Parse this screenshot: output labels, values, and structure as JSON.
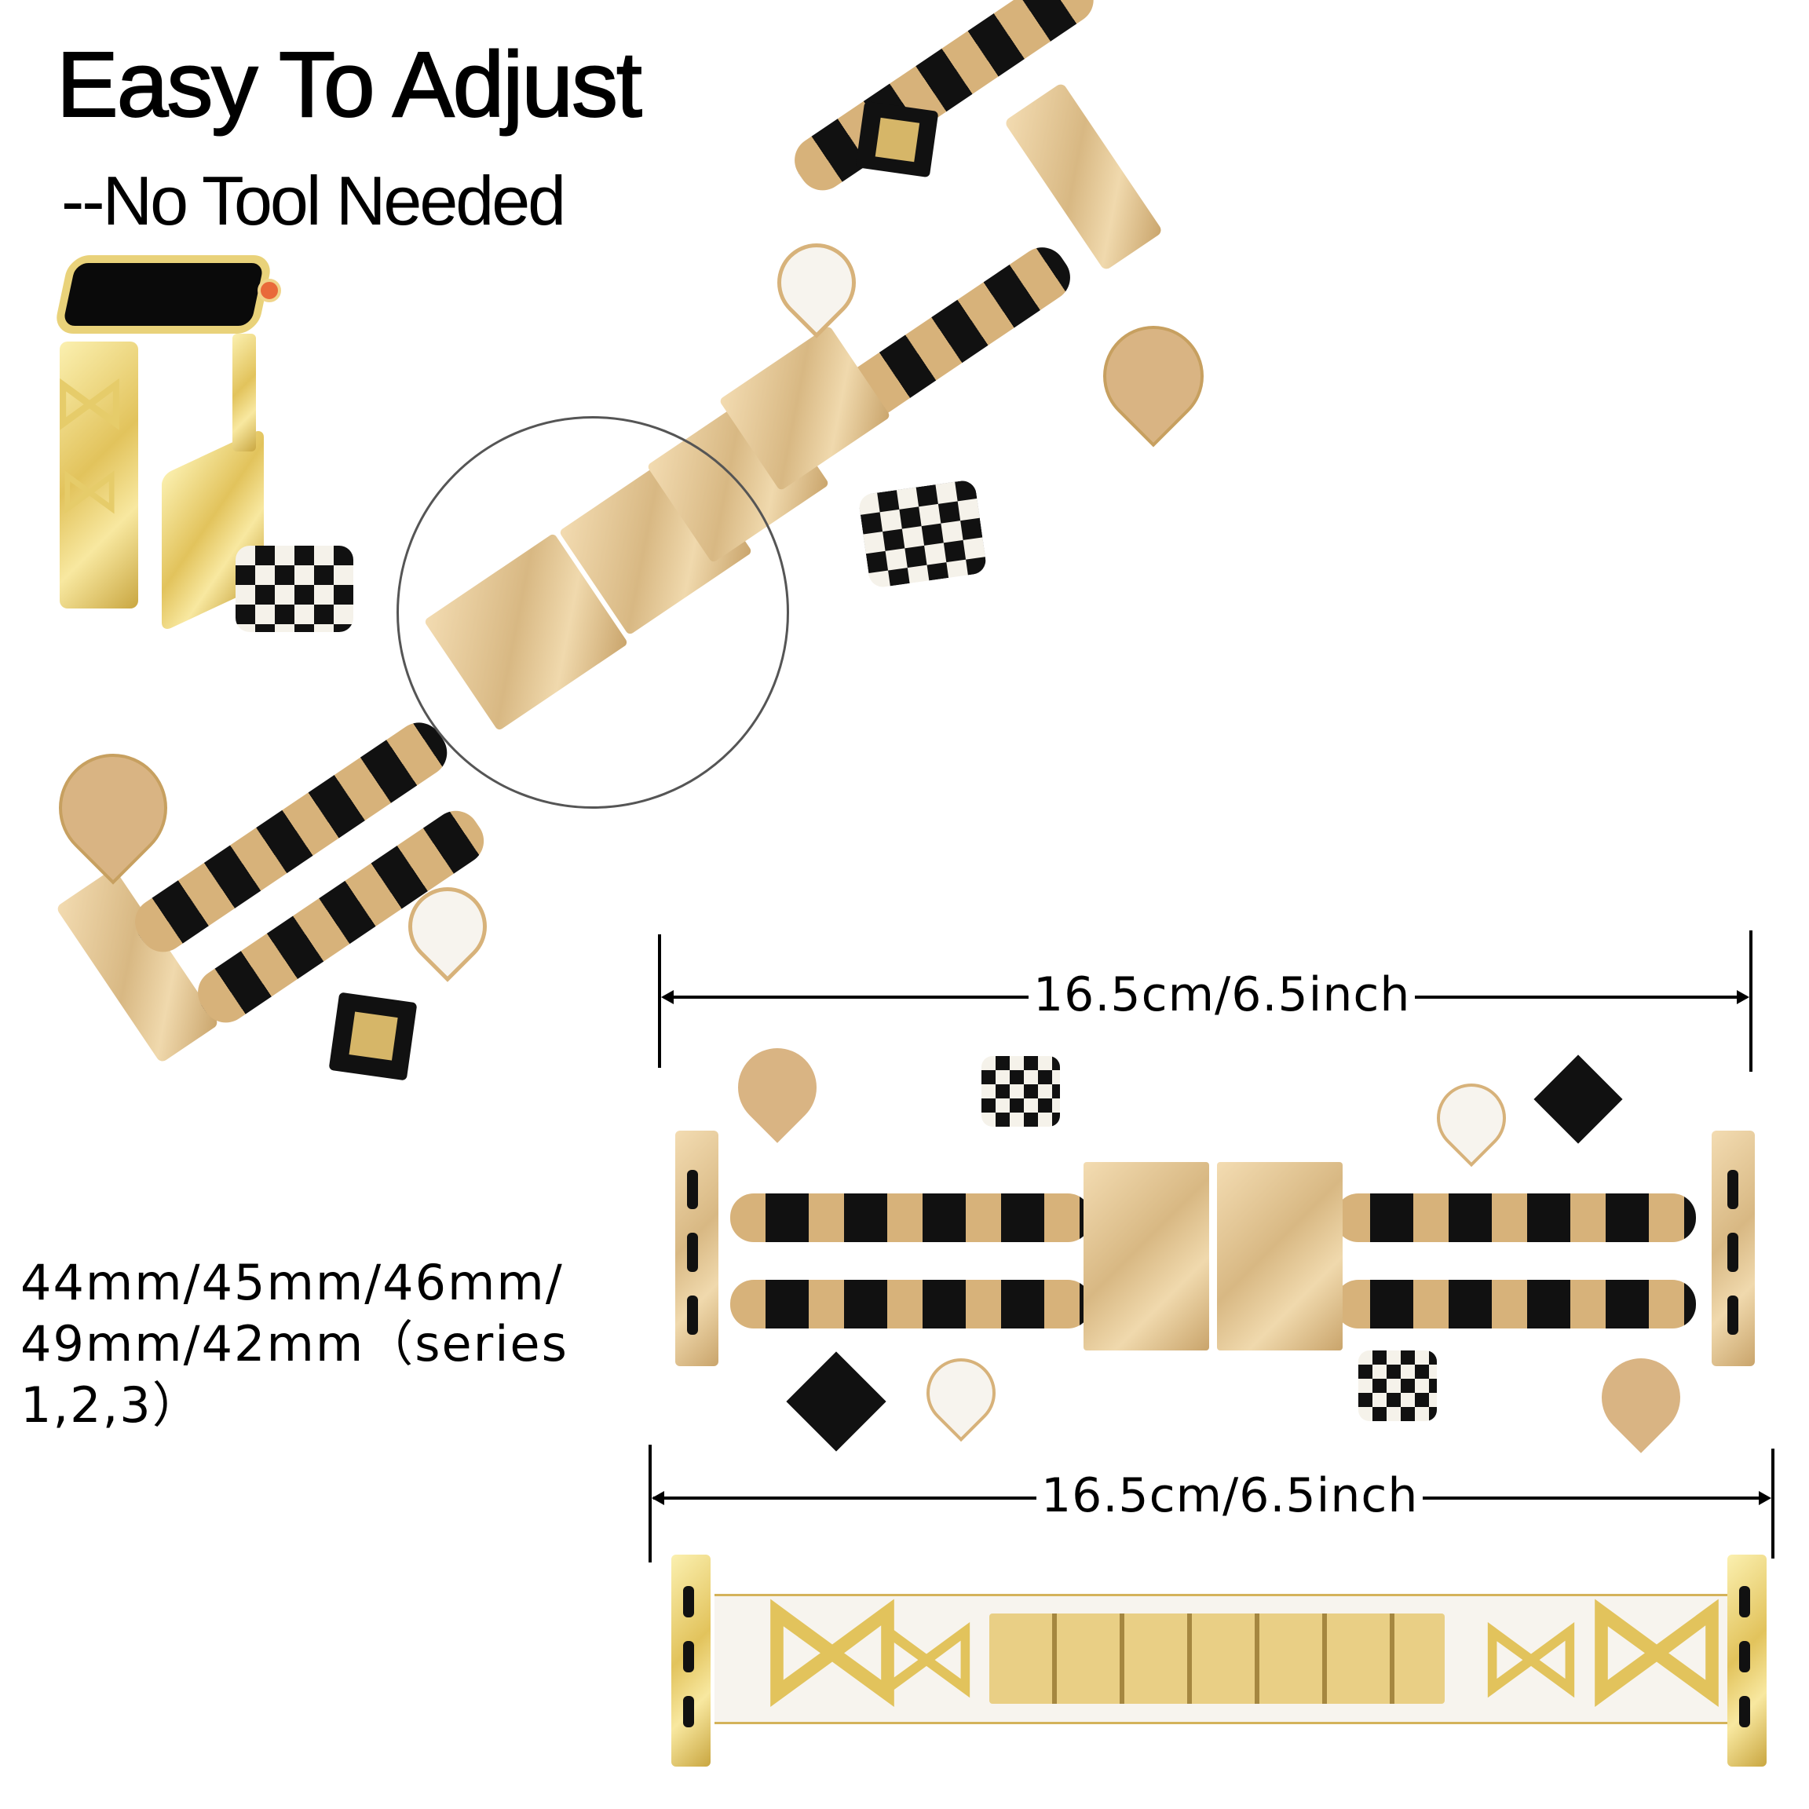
{
  "header": {
    "title": "Easy To Adjust",
    "subtitle": "--No Tool Needed"
  },
  "compatibility": {
    "line1": "44mm/45mm/46mm/",
    "line2": "49mm/42mm（series",
    "line3": "1,2,3）"
  },
  "measurements": {
    "top_band_length": "16.5cm/6.5inch",
    "bottom_band_length": "16.5cm/6.5inch"
  },
  "images": {
    "thumbnail": "gold-butterfly-watch-thumbnail",
    "main_diagonal": "black-leather-gold-chain-charm-band",
    "clasp_highlight": "butterfly-clasp-magnified-circle",
    "flat_top": "charm-band-flat-view",
    "flat_bottom": "butterfly-rhinestone-band-flat-view"
  },
  "colors": {
    "rose_gold": "#d7b27a",
    "yellow_gold": "#e2c35c",
    "leather_black": "#111111",
    "enamel_white": "#f7f4ee"
  }
}
